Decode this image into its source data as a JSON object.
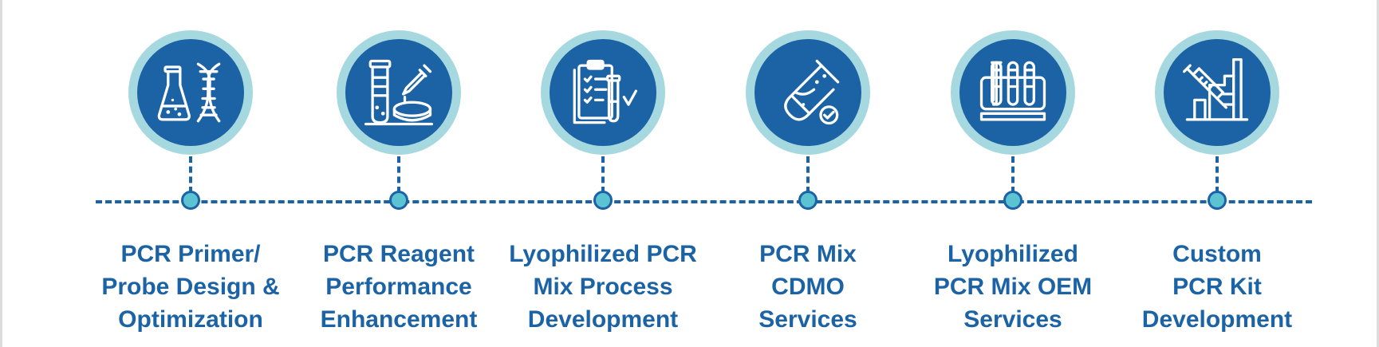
{
  "colors": {
    "primary_blue": "#1c63a6",
    "ring_light_blue": "#a6d8e0",
    "node_teal": "#5cc3d2"
  },
  "steps": [
    {
      "icon": "flask-dna-icon",
      "label_lines": [
        "PCR Primer/",
        "Probe Design &",
        "Optimization"
      ]
    },
    {
      "icon": "test-tube-dropper-petri-icon",
      "label_lines": [
        "PCR Reagent",
        "Performance",
        "Enhancement"
      ]
    },
    {
      "icon": "clipboard-vial-check-icon",
      "label_lines": [
        "Lyophilized PCR",
        "Mix Process",
        "Development"
      ]
    },
    {
      "icon": "test-tube-check-icon",
      "label_lines": [
        "PCR Mix",
        "CDMO",
        "Services"
      ]
    },
    {
      "icon": "test-tube-rack-icon",
      "label_lines": [
        "Lyophilized",
        "PCR Mix OEM",
        "Services"
      ]
    },
    {
      "icon": "syringe-factory-icon",
      "label_lines": [
        "Custom",
        "PCR Kit",
        "Development"
      ]
    }
  ]
}
